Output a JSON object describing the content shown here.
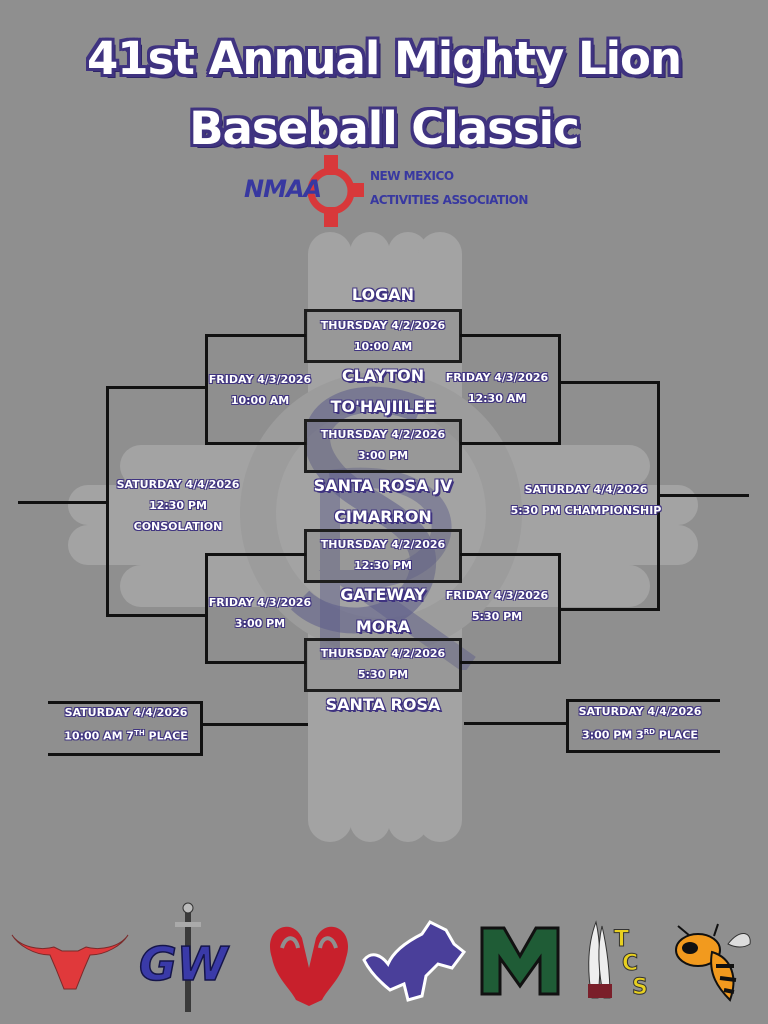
{
  "title": {
    "line1": "41st Annual Mighty Lion",
    "line2": "Baseball Classic"
  },
  "sponsor": {
    "abbr": "NMAA",
    "line1": "NEW MEXICO",
    "line2": "ACTIVITIES ASSOCIATION"
  },
  "teams": [
    "LOGAN",
    "CLAYTON",
    "TO'HAJIILEE",
    "SANTA ROSA JV",
    "CIMARRON",
    "GATEWAY",
    "MORA",
    "SANTA ROSA"
  ],
  "games": {
    "g1": {
      "day": "THURSDAY 4/2/2026",
      "time": "10:00 AM"
    },
    "g2": {
      "day": "THURSDAY 4/2/2026",
      "time": "3:00 PM"
    },
    "g3": {
      "day": "THURSDAY 4/2/2026",
      "time": "12:30 PM"
    },
    "g4": {
      "day": "THURSDAY 4/2/2026",
      "time": "5:30 PM"
    },
    "fri_l1": {
      "day": "FRIDAY 4/3/2026",
      "time": "10:00 AM"
    },
    "fri_r1": {
      "day": "FRIDAY 4/3/2026",
      "time": "12:30 AM"
    },
    "fri_l2": {
      "day": "FRIDAY 4/3/2026",
      "time": "3:00 PM"
    },
    "fri_r2": {
      "day": "FRIDAY 4/3/2026",
      "time": "5:30 PM"
    },
    "consolation": {
      "day": "SATURDAY 4/4/2026",
      "time": "12:30 PM CONSOLATION"
    },
    "championship": {
      "day": "SATURDAY 4/4/2026",
      "time": "5:30 PM CHAMPIONSHIP"
    },
    "seventh": {
      "day": "SATURDAY 4/4/2026",
      "time_prefix": "10:00 AM 7",
      "ordinal": "TH",
      "time_suffix": " PLACE"
    },
    "third": {
      "day": "SATURDAY 4/4/2026",
      "time_prefix": "3:00 PM 3",
      "ordinal": "RD",
      "time_suffix": " PLACE"
    }
  },
  "logos": [
    {
      "name": "longhorn",
      "color": "#e0393b"
    },
    {
      "name": "gw-sword",
      "color": "#3a3aa8"
    },
    {
      "name": "ram",
      "color": "#c8202c"
    },
    {
      "name": "lion",
      "color": "#4a3f9a"
    },
    {
      "name": "m-letter",
      "color": "#1f5c36"
    },
    {
      "name": "tcs-feathers",
      "color": "#e8d020"
    },
    {
      "name": "yellowjacket",
      "color": "#f29a1e"
    }
  ],
  "colors": {
    "background": "#8f8f8f",
    "outline": "#3f3380",
    "lines": "#111111"
  }
}
